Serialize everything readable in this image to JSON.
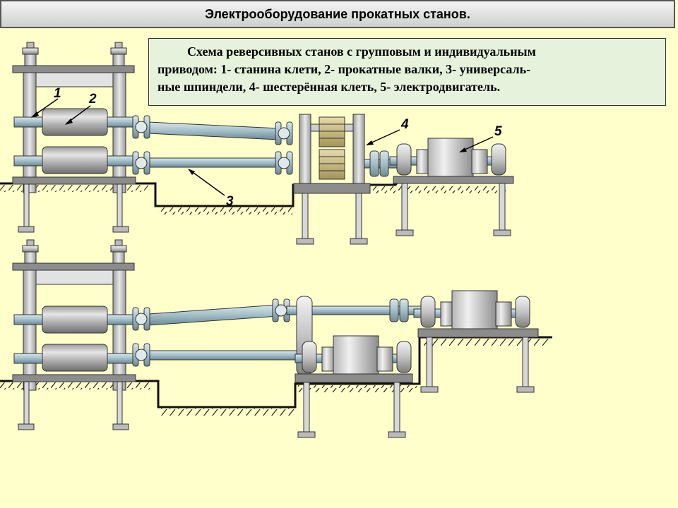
{
  "title": "Электрооборудование прокатных станов.",
  "caption": {
    "lines": [
      "Схема реверсивных станов с групповым и индивидуальным",
      "приводом: 1- станина клети, 2- прокатные валки, 3- универсаль-",
      "ные шпиндели,  4- шестерённая клеть,  5- электродвигатель."
    ]
  },
  "labels": {
    "stand_frame": "1",
    "rolls": "2",
    "spindles": "3",
    "pinion_stand": "4",
    "motor": "5"
  },
  "colors": {
    "background": "#ffffcc",
    "caption_bg": "#e6f2dc",
    "metal_light": "#e0e0e0",
    "metal_dark": "#8a8a8a",
    "shaft": "#a9c3cc",
    "pinion_gear": "#c8b878"
  }
}
